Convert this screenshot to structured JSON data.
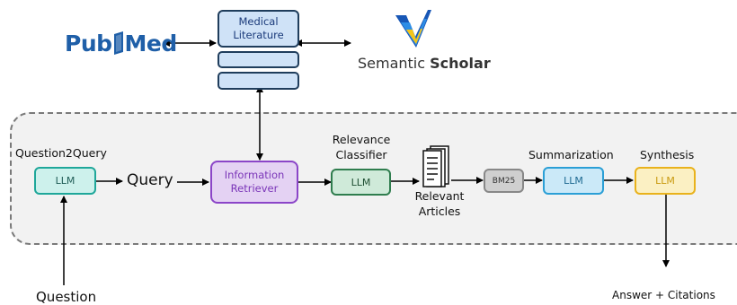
{
  "sources": {
    "pubmed": {
      "pub": "Pub",
      "med": "Med"
    },
    "medical_literature": "Medical Literature",
    "semantic_scholar": {
      "semantic": "Semantic",
      "scholar": "Scholar"
    }
  },
  "pipeline": {
    "question2query_label": "Question2Query",
    "llm_label": "LLM",
    "query_label": "Query",
    "information_retriever": "Information Retriever",
    "relevance_classifier_label": "Relevance Classifier",
    "relevant_articles_label": "Relevant Articles",
    "bm25_label": "BM25",
    "summarization_label": "Summarization",
    "synthesis_label": "Synthesis"
  },
  "io": {
    "question": "Question",
    "answer": "Answer + Citations"
  },
  "colors": {
    "pubmed_blue": "#1f5fa8",
    "lit_fill": "#cfe2f7",
    "lit_border": "#1f3d5c",
    "teal": "#1fa79a",
    "teal_fill": "#cdf1ec",
    "purple": "#8b45c8",
    "purple_fill": "#e4d2f3",
    "green": "#2f7d4e",
    "green_fill": "#cfead9",
    "gray": "#888888",
    "gray_fill": "#cfcfcf",
    "blue": "#2b9fd6",
    "blue_fill": "#cbe9f8",
    "gold": "#e9b21c",
    "gold_fill": "#fbf0c3"
  }
}
